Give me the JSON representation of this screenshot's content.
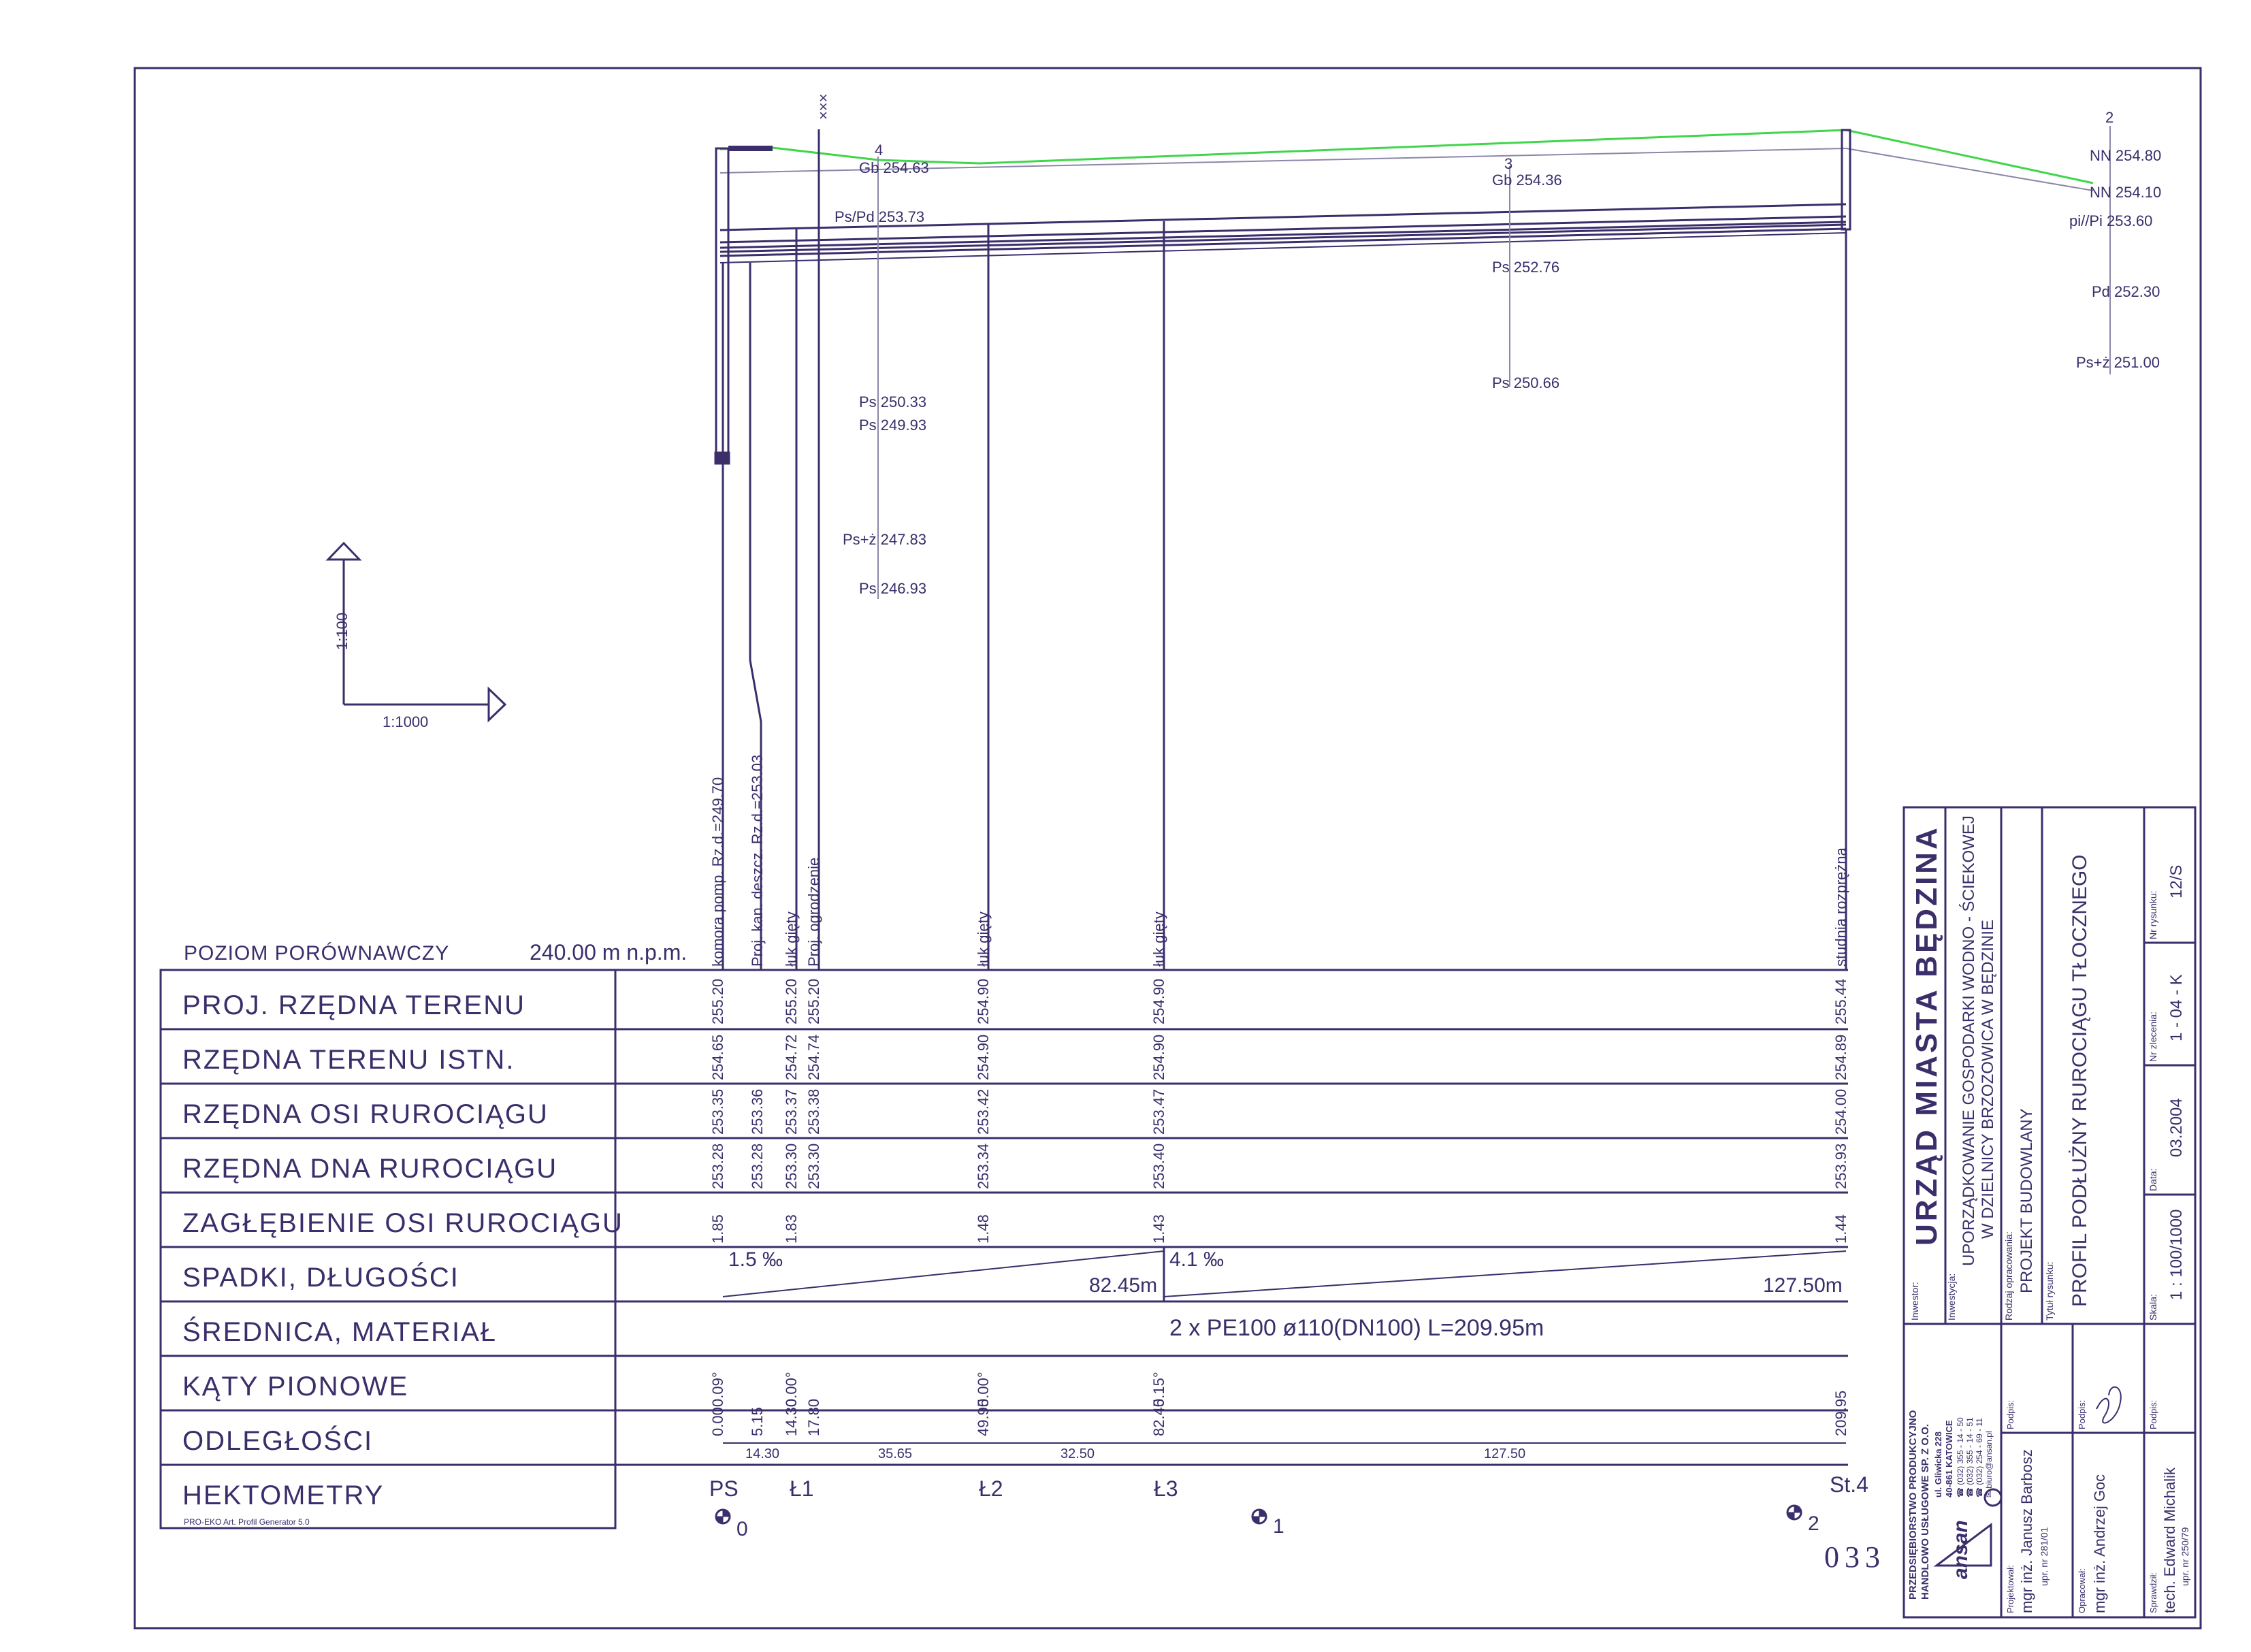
{
  "drawing": {
    "scale_vertical": "1:100",
    "scale_horizontal": "1:1000",
    "reference_level": {
      "label": "POZIOM PORÓWNAWCZY",
      "value": "240.00 m n.p.m."
    },
    "software_tag": "PRO-EKO Art. Profil Generator 5.0",
    "sheet_no": "033",
    "crossing_mark": "×××"
  },
  "row_labels": [
    "PROJ. RZĘDNA TERENU",
    "RZĘDNA TERENU ISTN.",
    "RZĘDNA OSI RUROCIĄGU",
    "RZĘDNA DNA RUROCIĄGU",
    "ZAGŁĘBIENIE OSI RUROCIĄGU",
    "SPADKI, DŁUGOŚCI",
    "ŚREDNICA, MATERIAŁ",
    "KĄTY PIONOWE",
    "ODLEGŁOŚCI",
    "HEKTOMETRY"
  ],
  "stations": [
    {
      "name": "PS",
      "description": "komora pomp. Rz.d.=249.70",
      "proj_terrain": "255.20",
      "exist_terrain": "254.65",
      "axis": "253.35",
      "bottom": "253.28",
      "depth": "1.85",
      "angle": "0.09°",
      "distance": "0.00"
    },
    {
      "name": "",
      "description": "Proj. kan. deszcz. Rz.d.=253.03",
      "proj_terrain": "",
      "exist_terrain": "",
      "axis": "253.36",
      "bottom": "253.28",
      "depth": "",
      "angle": "",
      "distance": "5.15"
    },
    {
      "name": "Ł1",
      "description": "łuk gięty",
      "proj_terrain": "255.20",
      "exist_terrain": "254.72",
      "axis": "253.37",
      "bottom": "253.30",
      "depth": "1.83",
      "angle": "0.00°",
      "distance": "14.30"
    },
    {
      "name": "",
      "description": "Proj. ogrodzenie",
      "proj_terrain": "255.20",
      "exist_terrain": "254.74",
      "axis": "253.38",
      "bottom": "253.30",
      "depth": "",
      "angle": "",
      "distance": "17.80"
    },
    {
      "name": "Ł2",
      "description": "łuk gięty",
      "proj_terrain": "254.90",
      "exist_terrain": "254.90",
      "axis": "253.42",
      "bottom": "253.34",
      "depth": "1.48",
      "angle": "0.00°",
      "distance": "49.95"
    },
    {
      "name": "Ł3",
      "description": "łuk gięty",
      "proj_terrain": "254.90",
      "exist_terrain": "254.90",
      "axis": "253.47",
      "bottom": "253.40",
      "depth": "1.43",
      "angle": "0.15°",
      "distance": "82.45"
    },
    {
      "name": "St.4",
      "description": "studnia rozprężna",
      "proj_terrain": "255.44",
      "exist_terrain": "254.89",
      "axis": "254.00",
      "bottom": "253.93",
      "depth": "1.44",
      "angle": "",
      "distance": "209.95"
    }
  ],
  "segment_distances": [
    "14.30",
    "35.65",
    "32.50",
    "127.50"
  ],
  "slopes": [
    {
      "slope": "1.5 ‰",
      "length": "82.45m"
    },
    {
      "slope": "4.1 ‰",
      "length": "127.50m"
    }
  ],
  "pipe": "2 x PE100 ø110(DN100) L=209.95m",
  "hectometer_marks": [
    "0",
    "1",
    "2"
  ],
  "boreholes": [
    {
      "id": "4",
      "levels": [
        "Gb 254.63",
        "Ps/Pd 253.73",
        "Ps 250.33",
        "Ps 249.93",
        "Ps+ż 247.83",
        "Ps 246.93"
      ]
    },
    {
      "id": "3",
      "levels": [
        "Gb 254.36",
        "Ps 252.76",
        "Ps 250.66"
      ]
    },
    {
      "id": "2",
      "levels": [
        "NN 254.80",
        "NN 254.10",
        "pi//Pi 253.60",
        "Pd 252.30",
        "Ps+ż 251.00"
      ]
    }
  ],
  "title_block": {
    "company": [
      "PRZEDSIĘBIORSTWO PRODUKCYJNO",
      "HANDLOWO USŁUGOWE SP. Z O.O.",
      "ul. Gliwicka 228",
      "40-861 KATOWICE",
      "☎ (032) 355 - 14 - 50",
      "☎ (032) 355 - 14 - 51",
      "☎ (032) 254 - 69 - 11",
      "✉ biuro@ansan.pl"
    ],
    "logo_text": "ansan",
    "investor_label": "Inwestor:",
    "investor": "URZĄD MIASTA BĘDZINA",
    "investment_label": "Inwestycja:",
    "investment": [
      "UPORZĄDKOWANIE GOSPODARKI WODNO - ŚCIEKOWEJ",
      "W DZIELNICY BRZOZOWICA W BĘDZINIE"
    ],
    "stage_label": "Rodzaj opracowania:",
    "stage": "PROJEKT BUDOWLANY",
    "title_label": "Tytuł rysunku:",
    "title": "PROFIL PODŁUŻNY RUROCIĄGU TŁOCZNEGO",
    "designed_label": "Projektował:",
    "designer": "mgr inż. Janusz Barbosz",
    "designer_no": "upr. nr 281/01",
    "prepared_label": "Opracował:",
    "preparer": "mgr inż. Andrzej Goc",
    "checked_label": "Sprawdził:",
    "checker": "tech. Edward Michalik",
    "checker_no": "upr. nr 250/79",
    "sign_label": "Podpis:",
    "scale_label": "Skala:",
    "scale": "1 : 100/1000",
    "date_label": "Data:",
    "date": "03.2004",
    "order_label": "Nr zlecenia:",
    "order_no": "1 - 04 - K",
    "drawing_no_label": "Nr rysunku:",
    "drawing_no": "12/S"
  },
  "colors": {
    "ink": "#3b2e6b",
    "terrain_line": "#3fd64a",
    "background": "#ffffff"
  }
}
